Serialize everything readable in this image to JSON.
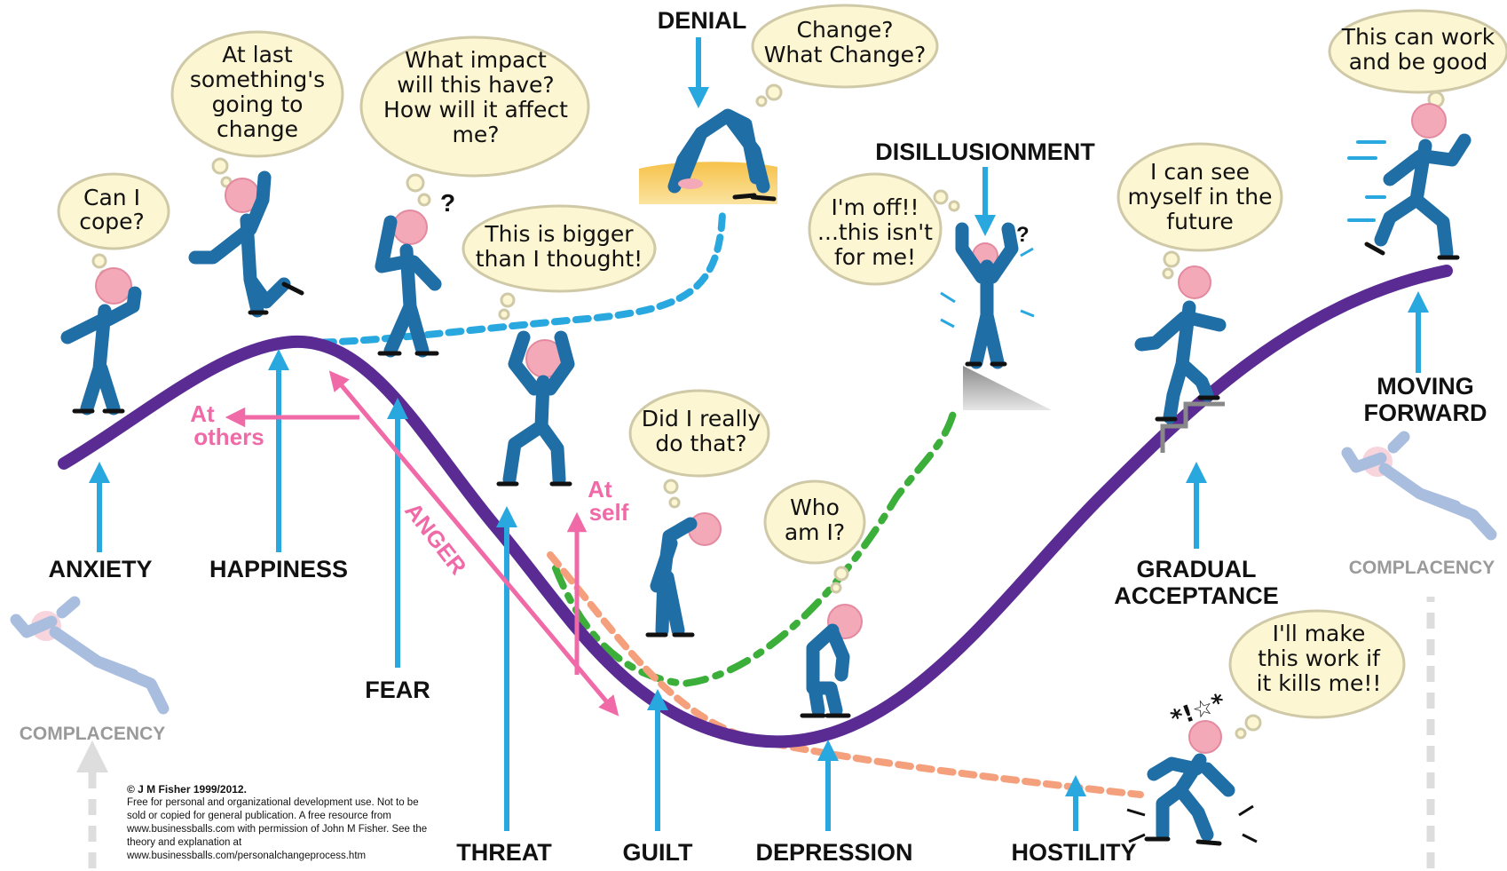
{
  "diagram": {
    "stages": {
      "anxiety": "ANXIETY",
      "happiness": "HAPPINESS",
      "fear": "FEAR",
      "threat": "THREAT",
      "guilt": "GUILT",
      "depression": "DEPRESSION",
      "hostility": "HOSTILITY",
      "denial": "DENIAL",
      "disillusionment": "DISILLUSIONMENT",
      "gradual_acceptance_1": "GRADUAL",
      "gradual_acceptance_2": "ACCEPTANCE",
      "moving_forward_1": "MOVING",
      "moving_forward_2": "FORWARD",
      "complacency_left": "COMPLACENCY",
      "complacency_right": "COMPLACENCY",
      "anger": "ANGER",
      "at_others_1": "At",
      "at_others_2": "others",
      "at_self_1": "At",
      "at_self_2": "self"
    },
    "bubbles": {
      "can_i_cope": [
        "Can I",
        "cope?"
      ],
      "at_last": [
        "At last",
        "something's",
        "going to",
        "change"
      ],
      "what_impact": [
        "What impact",
        "will this have?",
        "How will it affect",
        "me?"
      ],
      "change": [
        "Change?",
        "What Change?"
      ],
      "bigger": [
        "This is bigger",
        "than I thought!"
      ],
      "im_off": [
        "I'm off!!",
        "...this isn't",
        "for me!"
      ],
      "did_i": [
        "Did I really",
        "do that?"
      ],
      "who_am_i": [
        "Who",
        "am I?"
      ],
      "see_myself": [
        "I can see",
        "myself in the",
        "future"
      ],
      "can_work": [
        "This can work",
        "and be good"
      ],
      "make_work": [
        "I'll make",
        "this work if",
        "it kills me!!"
      ]
    },
    "symbols": {
      "question": "?",
      "expletive": "*!☆*"
    },
    "colors": {
      "main_curve": "#5b2b94",
      "arrow_blue": "#29a8df",
      "anger_pink": "#f06aa8",
      "denial_path": "#29a8df",
      "disillusion_path": "#3cae3a",
      "hostility_path": "#f4a07c",
      "figure": "#1f6ea6",
      "bubble": "#fdf6d2"
    },
    "credit": {
      "line1": "© J M Fisher 1999/2012.",
      "line2": "Free for personal and organizational development use. Not to be sold or copied for general publication. A free resource from www.businessballs.com with permission of John M Fisher. See the theory and explanation at www.businessballs.com/personalchangeprocess.htm"
    }
  }
}
